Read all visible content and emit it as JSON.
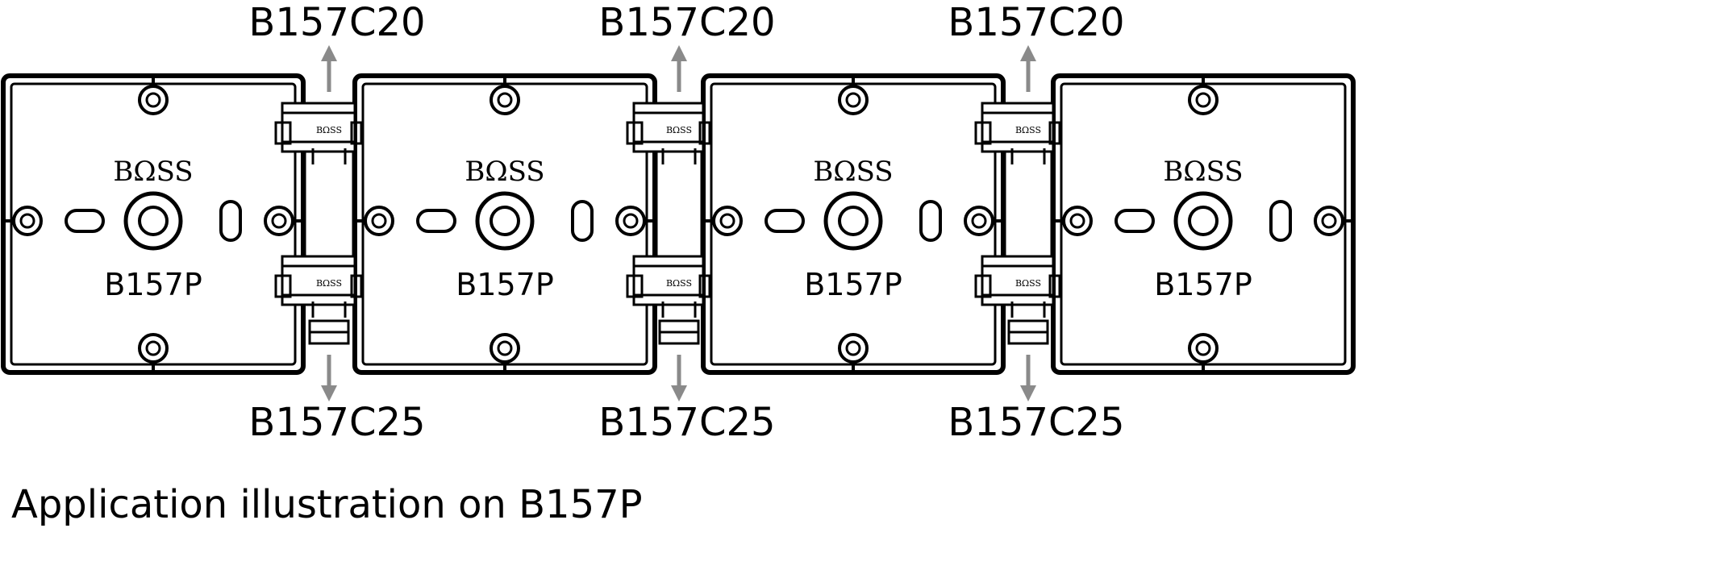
{
  "caption": "Application illustration on B157P",
  "boxes": [
    {
      "brand": "BΩSS",
      "model": "B157P"
    },
    {
      "brand": "BΩSS",
      "model": "B157P"
    },
    {
      "brand": "BΩSS",
      "model": "B157P"
    },
    {
      "brand": "BΩSS",
      "model": "B157P"
    }
  ],
  "connectors": [
    {
      "top_label": "B157C20",
      "bottom_label": "B157C25",
      "clip_brand": "BΩSS"
    },
    {
      "top_label": "B157C20",
      "bottom_label": "B157C25",
      "clip_brand": "BΩSS"
    },
    {
      "top_label": "B157C20",
      "bottom_label": "B157C25",
      "clip_brand": "BΩSS"
    }
  ],
  "colors": {
    "line": "#000000",
    "arrow": "#8a8a8a",
    "background": "#ffffff"
  }
}
